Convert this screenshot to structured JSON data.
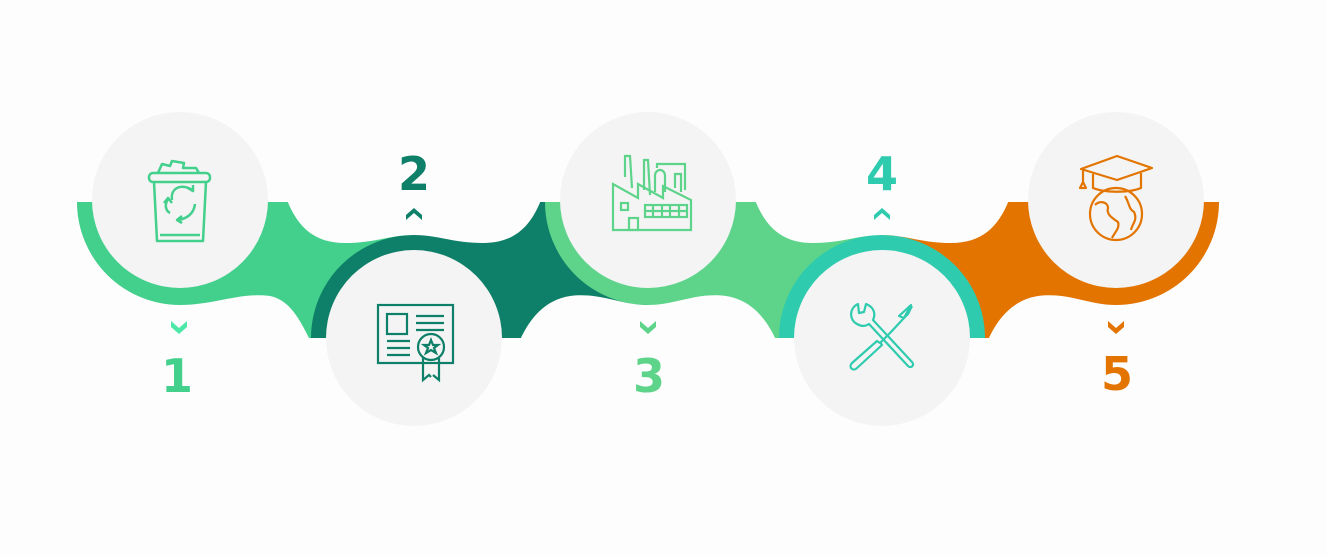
{
  "steps": [
    {
      "number": "1",
      "icon": "recycle-bin-icon",
      "color": "#43CF8C",
      "chevron_color": "#4DE8A8",
      "label_position": "below"
    },
    {
      "number": "2",
      "icon": "certificate-icon",
      "color": "#0E7F68",
      "chevron_color": "#0E7F68",
      "label_position": "above"
    },
    {
      "number": "3",
      "icon": "factory-icon",
      "color": "#5DD48A",
      "chevron_color": "#5DD48A",
      "label_position": "below"
    },
    {
      "number": "4",
      "icon": "tools-icon",
      "color": "#2ECBAE",
      "chevron_color": "#2ECBAE",
      "label_position": "above"
    },
    {
      "number": "5",
      "icon": "graduation-globe-icon",
      "color": "#E37400",
      "chevron_color": "#E37400",
      "label_position": "below"
    }
  ],
  "circle_fill": "#F4F4F4"
}
